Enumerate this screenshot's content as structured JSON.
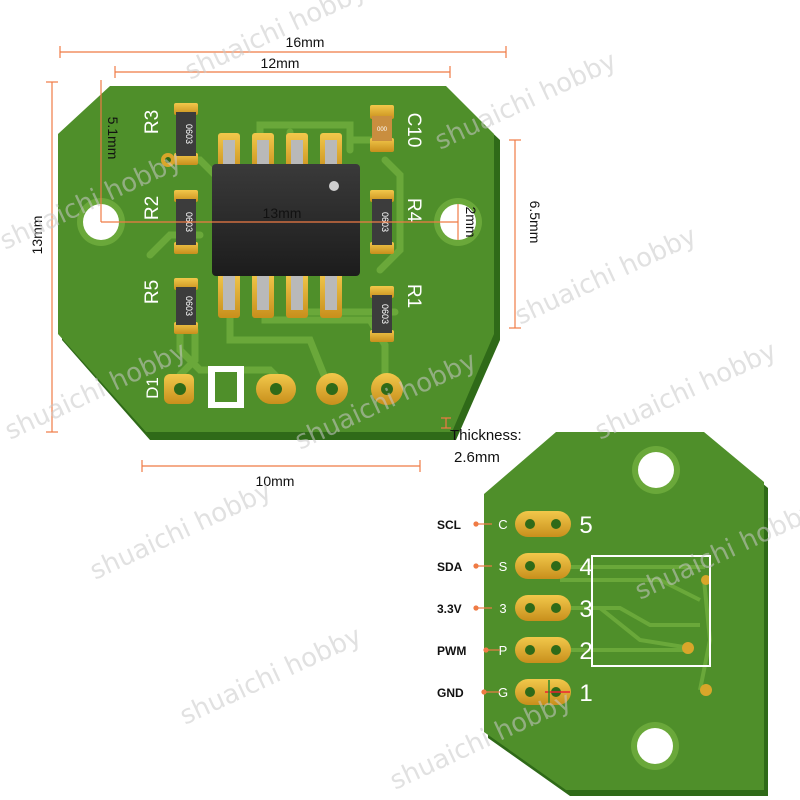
{
  "front_view": {
    "dimensions": {
      "board_width": "16mm",
      "inner_width": "12mm",
      "hole_offset": "5.1mm",
      "board_height": "13mm",
      "hole_spacing": "13mm",
      "hole_diameter": "2mm",
      "side_length": "6.5mm",
      "bottom_width": "10mm"
    },
    "components": {
      "resistors": [
        "R3",
        "R2",
        "R5",
        "R4",
        "R1"
      ],
      "capacitor": "C10",
      "diode": "D1",
      "package_code": "0603",
      "cap_code": "000"
    }
  },
  "thickness": {
    "label": "Thickness:",
    "value": "2.6mm"
  },
  "back_view": {
    "pins": [
      {
        "signal": "SCL",
        "silk": "C",
        "number": "5"
      },
      {
        "signal": "SDA",
        "silk": "S",
        "number": "4"
      },
      {
        "signal": "3.3V",
        "silk": "3",
        "number": "3"
      },
      {
        "signal": "PWM",
        "silk": "P",
        "number": "2"
      },
      {
        "signal": "GND",
        "silk": "G",
        "number": "1"
      }
    ]
  },
  "watermark": "shuaichi hobby",
  "colors": {
    "pcb": "#4f8f2a",
    "pcb_edge": "#2f6a18",
    "trace": "#6aa83a",
    "pad": "#d9a62a",
    "dimension": "#ef7b45",
    "chip": "#2a2a2a"
  }
}
